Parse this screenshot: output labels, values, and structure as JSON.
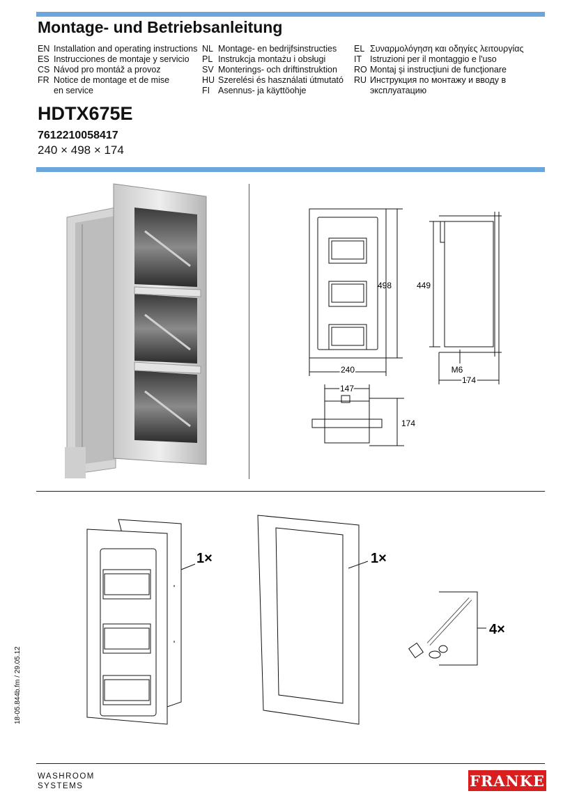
{
  "header": {
    "title": "Montage- und Betriebsanleitung"
  },
  "languages": {
    "col1": [
      {
        "code": "EN",
        "text": "Installation and operating instructions"
      },
      {
        "code": "ES",
        "text": "Instrucciones de montaje y servicio"
      },
      {
        "code": "CS",
        "text": "Návod pro montáž a provoz"
      },
      {
        "code": "FR",
        "text": "Notice de montage et de mise"
      },
      {
        "code": "",
        "text": "en service"
      }
    ],
    "col2": [
      {
        "code": "NL",
        "text": "Montage- en bedrijfsinstructies"
      },
      {
        "code": "PL",
        "text": "Instrukcja montażu i obsługi"
      },
      {
        "code": "SV",
        "text": "Monterings- och driftinstruktion"
      },
      {
        "code": "HU",
        "text": "Szerelési és használati útmutató"
      },
      {
        "code": "FI",
        "text": "Asennus- ja käyttöohje"
      }
    ],
    "col3": [
      {
        "code": "EL",
        "text": "Συναρμολόγηση και οδηγίες λειτουργίας"
      },
      {
        "code": "IT",
        "text": "Istruzioni per il montaggio e l'uso"
      },
      {
        "code": "RO",
        "text": "Montaj şi instrucţiuni de funcţionare"
      },
      {
        "code": "RU",
        "text": "Инструкция по монтажу и вводу в"
      },
      {
        "code": "",
        "text": "эксплуатацию"
      }
    ]
  },
  "product": {
    "model": "HDTX675E",
    "ean": "7612210058417",
    "dimensions": "240 × 498 × 174"
  },
  "drawing": {
    "front_height": "498",
    "front_width": "240",
    "side_height": "449",
    "side_depth": "174",
    "side_thread": "M6",
    "top_width": "147",
    "top_depth": "174"
  },
  "scope": {
    "housing_qty": "1×",
    "frame_qty": "1×",
    "bolt_qty": "4×"
  },
  "footer": {
    "doc_ref": "18-05.844b.fm / 29.05.12",
    "brand_line1": "WASHROOM",
    "brand_line2": "SYSTEMS",
    "logo": "FRANKE"
  }
}
